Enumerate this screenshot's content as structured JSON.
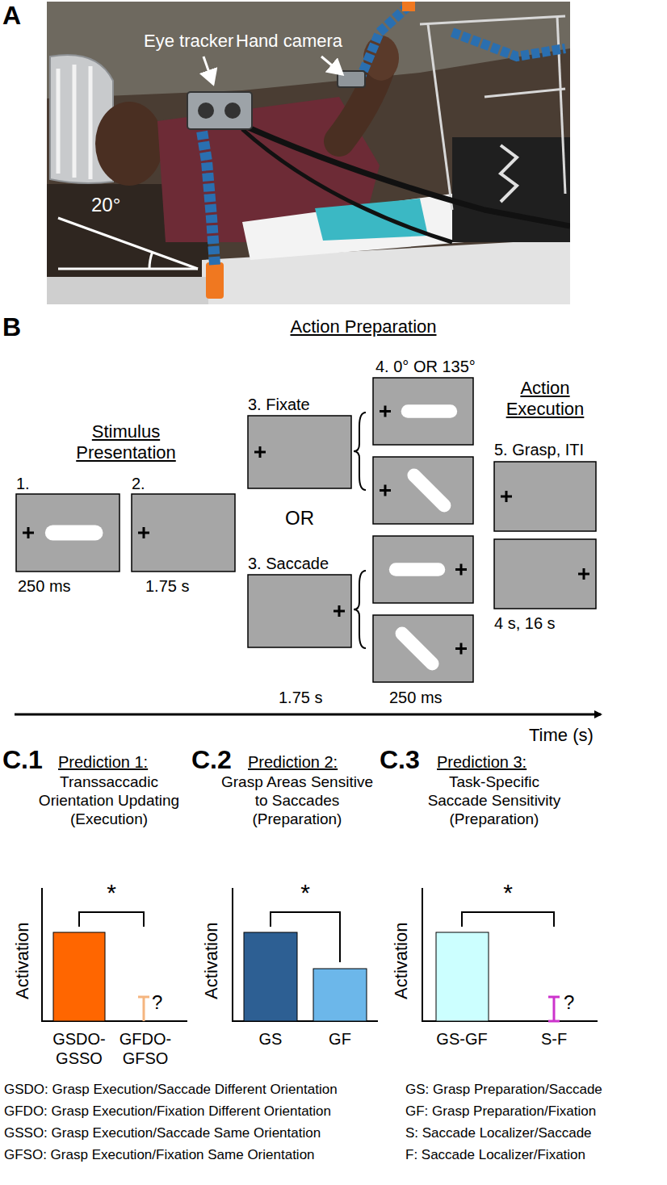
{
  "diagram": {
    "labels": [
      "A",
      "Eye tracker",
      "Hand camera",
      "20°",
      "B",
      "Action Preparation",
      "Stimulus Presentation",
      "1.",
      "250 ms",
      "2.",
      "1.75 s",
      "3. Fixate",
      "OR",
      "3. Saccade",
      "1.75 s",
      "4. 0° OR 135°",
      "250 ms",
      "Action Execution",
      "5. Grasp, ITI",
      "4 s, 16 s",
      "Time (s)",
      "C.1",
      "Prediction 1:",
      "Transsaccadic Orientation Updating (Execution)",
      "Activation",
      "*",
      "?",
      "GSDO- GSSO",
      "GFDO- GFSO",
      "C.2",
      "Prediction 2:",
      "Grasp Areas Sensitive to Saccades (Preparation)",
      "Activation",
      "*",
      "GS",
      "GF",
      "C.3",
      "Prediction 3:",
      "Task-Specific Saccade Sensitivity (Preparation)",
      "Activation",
      "*",
      "?",
      "GS-GF",
      "S-F",
      "GSDO: Grasp Execution/Saccade Different Orientation",
      "GFDO: Grasp Execution/Fixation Different Orientation",
      "GSSO: Grasp Execution/Saccade Same Orientation",
      "GFSO: Grasp Execution/Fixation Same Orientation",
      "GS: Grasp Preparation/Saccade",
      "GF: Grasp Preparation/Fixation",
      "S: Saccade Localizer/Saccade",
      "F: Saccade Localizer/Fixation"
    ]
  }
}
